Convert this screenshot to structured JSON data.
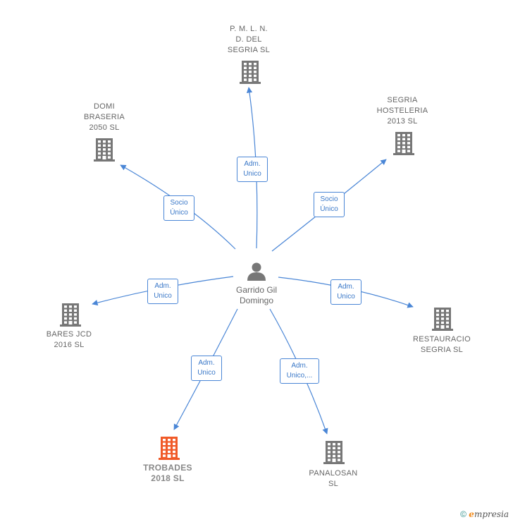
{
  "center": {
    "name": "Garrido Gil\nDomingo",
    "icon": "person-icon"
  },
  "companies": [
    {
      "id": "pmln",
      "label": "P.  M.  L.  N.\nD.  DEL\nSEGRIA SL",
      "color": "#777777"
    },
    {
      "id": "domi",
      "label": "DOMI\nBRASERIA\n2050  SL",
      "color": "#777777"
    },
    {
      "id": "segria",
      "label": "SEGRIA\nHOSTELERIA\n2013 SL",
      "color": "#777777"
    },
    {
      "id": "bares",
      "label": "BARES JCD\n2016  SL",
      "color": "#777777"
    },
    {
      "id": "restauracio",
      "label": "RESTAURACIO\nSEGRIA SL",
      "color": "#777777"
    },
    {
      "id": "trobades",
      "label": "TROBADES\n2018  SL",
      "color": "#f05a28",
      "highlighted": true
    },
    {
      "id": "panalosan",
      "label": "PANALOSAN\nSL",
      "color": "#777777"
    }
  ],
  "edges": [
    {
      "to": "pmln",
      "label": "Adm.\nUnico"
    },
    {
      "to": "domi",
      "label": "Socio\nÚnico"
    },
    {
      "to": "segria",
      "label": "Socio\nÚnico"
    },
    {
      "to": "bares",
      "label": "Adm.\nUnico"
    },
    {
      "to": "restauracio",
      "label": "Adm.\nUnico"
    },
    {
      "to": "trobades",
      "label": "Adm.\nUnico"
    },
    {
      "to": "panalosan",
      "label": "Adm.\nUnico,..."
    }
  ],
  "colors": {
    "edge": "#4a86d6",
    "building": "#777777",
    "highlight": "#f05a28"
  },
  "footer": {
    "copyright": "©",
    "brand_first": "e",
    "brand_rest": "mpresia"
  }
}
